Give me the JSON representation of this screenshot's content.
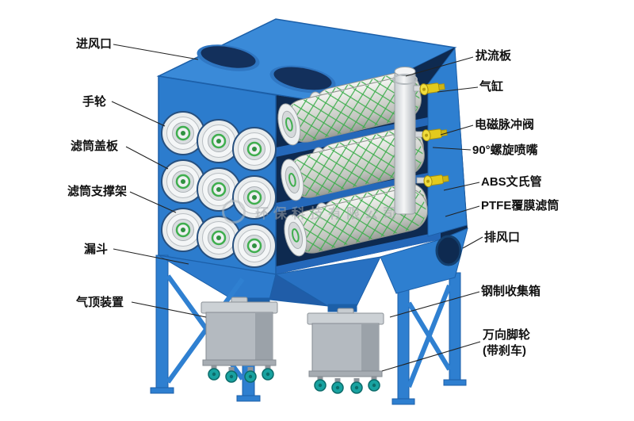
{
  "labels_left": [
    "进风口",
    "手轮",
    "滤筒盖板",
    "滤筒支撑架",
    "漏斗",
    "气顶装置"
  ],
  "labels_right": [
    "扰流板",
    "气缸",
    "电磁脉冲阀",
    "90°螺旋喷嘴",
    "ABS文氏管",
    "PTFE覆膜滤筒",
    "排风口",
    "钢制收集箱",
    "万向脚轮",
    "(带刹车)"
  ],
  "watermark": {
    "text": "环保科技有限公司"
  },
  "colors": {
    "machine_blue": "#2e7fd0",
    "top_blue": "#3a8ad8",
    "interior_navy": "#0e2a50",
    "mesh_green": "#3fae4e",
    "valve_yellow": "#e3ca1d",
    "collection_box_gray": "#b4bac0",
    "caster_teal": "#18a2a0",
    "leader_line": "#222222",
    "label_text": "#111111"
  }
}
